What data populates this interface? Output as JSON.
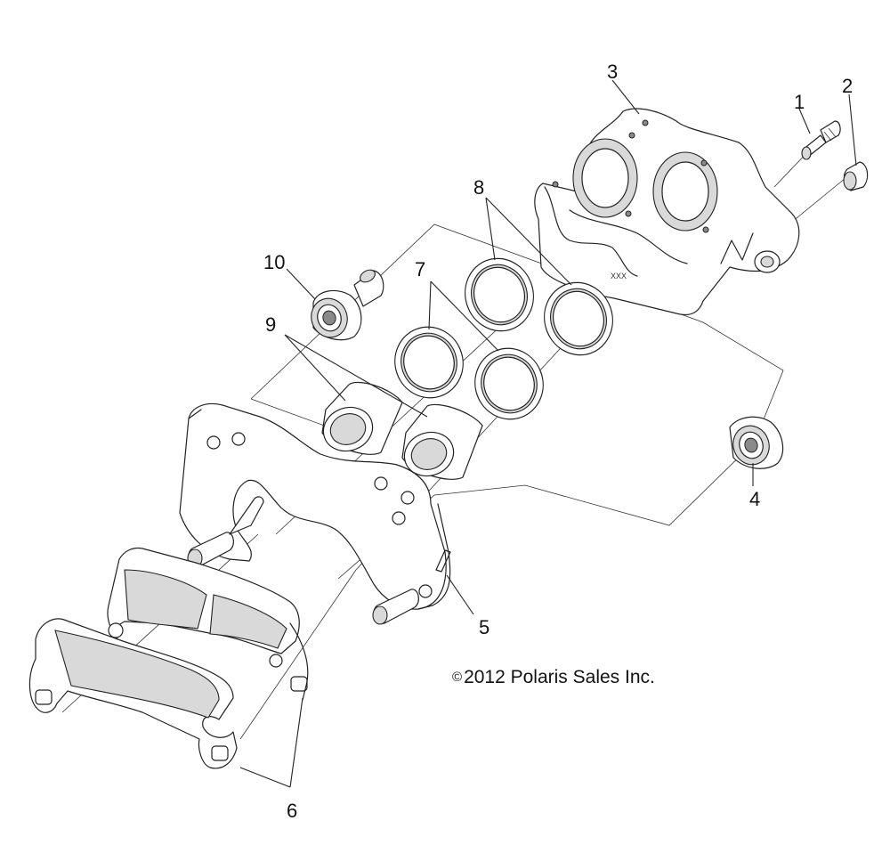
{
  "copyright": {
    "symbol": "©",
    "text": "2012 Polaris Sales Inc."
  },
  "callouts": {
    "c1": "1",
    "c2": "2",
    "c3": "3",
    "c4": "4",
    "c5": "5",
    "c6": "6",
    "c7": "7",
    "c8": "8",
    "c9": "9",
    "c10": "10"
  }
}
